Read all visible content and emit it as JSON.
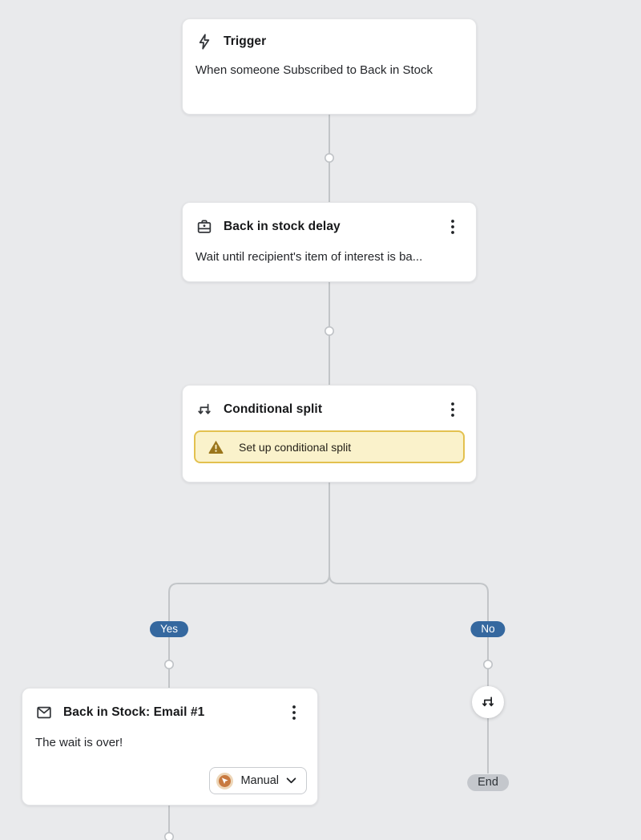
{
  "canvas": {
    "background": "#E9EAEC",
    "connector_color": "#C2C5C8"
  },
  "nodes": {
    "trigger": {
      "icon": "lightning-icon",
      "title": "Trigger",
      "description": "When someone Subscribed to Back in Stock"
    },
    "delay": {
      "icon": "delay-icon",
      "title": "Back in stock delay",
      "description": "Wait until recipient's item of interest is ba..."
    },
    "conditional_split": {
      "icon": "split-icon",
      "title": "Conditional split",
      "warning_icon": "warning-triangle-icon",
      "warning_text": "Set up conditional split"
    },
    "email": {
      "icon": "email-icon",
      "title": "Back in Stock: Email #1",
      "description": "The wait is over!",
      "status": {
        "icon": "cursor-icon",
        "label": "Manual",
        "chevron": "chevron-down-icon"
      }
    },
    "branch_action": {
      "icon": "split-icon"
    }
  },
  "branches": {
    "yes_label": "Yes",
    "no_label": "No",
    "end_label": "End"
  },
  "colors": {
    "branch_pill": "#35689F",
    "end_pill": "#C4C7CC",
    "warning_bg": "#FAF2CB",
    "warning_border": "#E3C14F",
    "warning_icon": "#9B761C",
    "manual_icon": "#C8793F"
  }
}
